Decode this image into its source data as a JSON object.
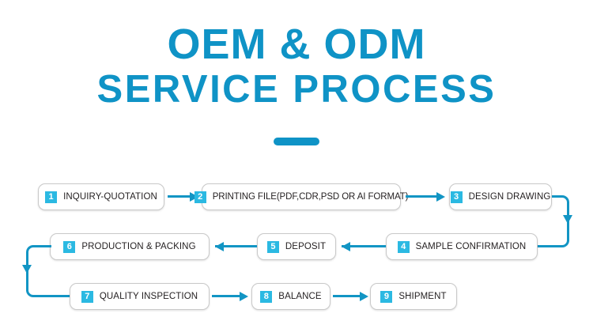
{
  "header": {
    "title_line1": "OEM & ODM",
    "title_line2": "SERVICE PROCESS",
    "accent_color": "#0f93c6",
    "divider": "rule"
  },
  "flow": {
    "connector_color": "#1295c4",
    "badge_color": "#2bb9e2",
    "box_border_color": "#c9c9c9",
    "steps": [
      {
        "number": "1",
        "label": "INQUIRY-QUOTATION"
      },
      {
        "number": "2",
        "label": "PRINTING FILE(PDF,CDR,PSD OR AI FORMAT)"
      },
      {
        "number": "3",
        "label": "DESIGN DRAWING"
      },
      {
        "number": "4",
        "label": "SAMPLE CONFIRMATION"
      },
      {
        "number": "5",
        "label": "DEPOSIT"
      },
      {
        "number": "6",
        "label": "PRODUCTION & PACKING"
      },
      {
        "number": "7",
        "label": "QUALITY INSPECTION"
      },
      {
        "number": "8",
        "label": "BALANCE"
      },
      {
        "number": "9",
        "label": "SHIPMENT"
      }
    ]
  }
}
